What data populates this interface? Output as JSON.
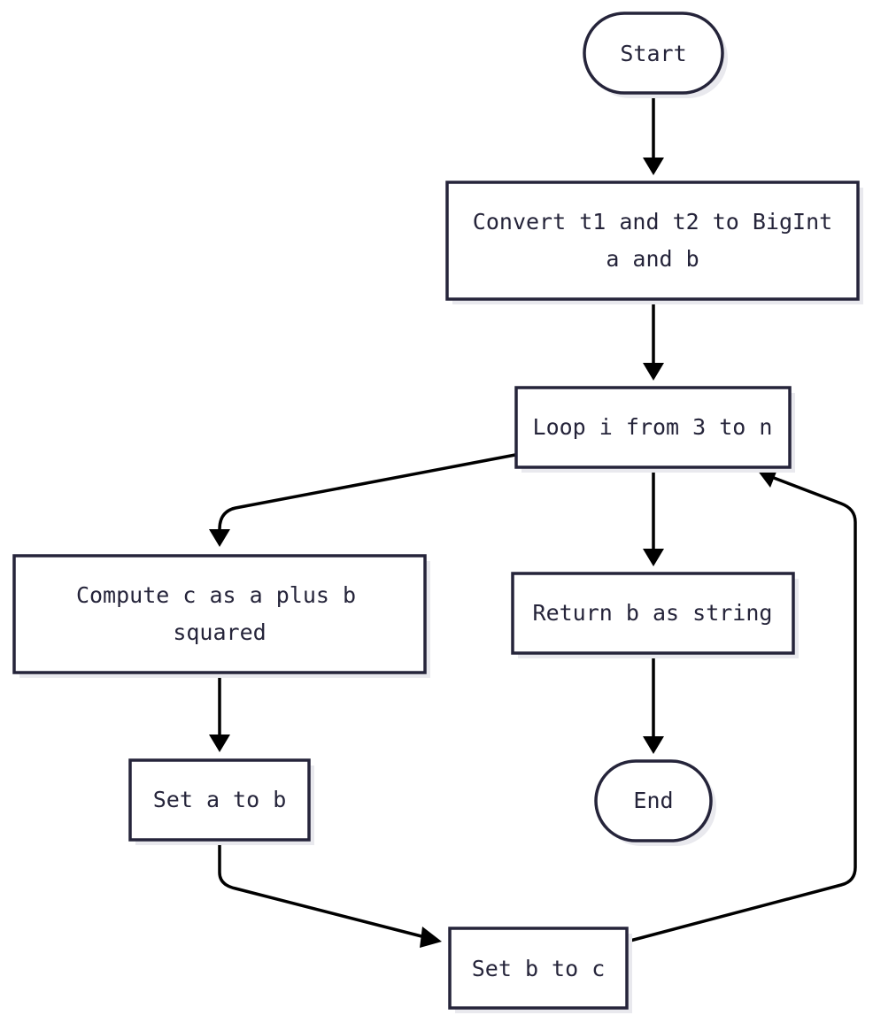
{
  "colors": {
    "background": "#ffffff",
    "node_border": "#25243a",
    "node_text": "#25243a",
    "edge": "#000000",
    "shadow": "#e9e9ee"
  },
  "nodes": {
    "start": {
      "label": "Start",
      "shape": "terminal"
    },
    "convert": {
      "label_line1": "Convert t1 and t2 to BigInt",
      "label_line2": "a and b",
      "shape": "process"
    },
    "loop": {
      "label": "Loop i from 3 to n",
      "shape": "process"
    },
    "compute": {
      "label_line1": "Compute c as a plus b",
      "label_line2": "squared",
      "shape": "process"
    },
    "return": {
      "label": "Return b as string",
      "shape": "process"
    },
    "set_a": {
      "label": "Set a to b",
      "shape": "process"
    },
    "end": {
      "label": "End",
      "shape": "terminal"
    },
    "set_b": {
      "label": "Set b to c",
      "shape": "process"
    }
  },
  "edges": [
    {
      "from": "start",
      "to": "convert"
    },
    {
      "from": "convert",
      "to": "loop"
    },
    {
      "from": "loop",
      "to": "compute"
    },
    {
      "from": "loop",
      "to": "return"
    },
    {
      "from": "compute",
      "to": "set_a"
    },
    {
      "from": "return",
      "to": "end"
    },
    {
      "from": "set_a",
      "to": "set_b"
    },
    {
      "from": "set_b",
      "to": "loop"
    }
  ]
}
